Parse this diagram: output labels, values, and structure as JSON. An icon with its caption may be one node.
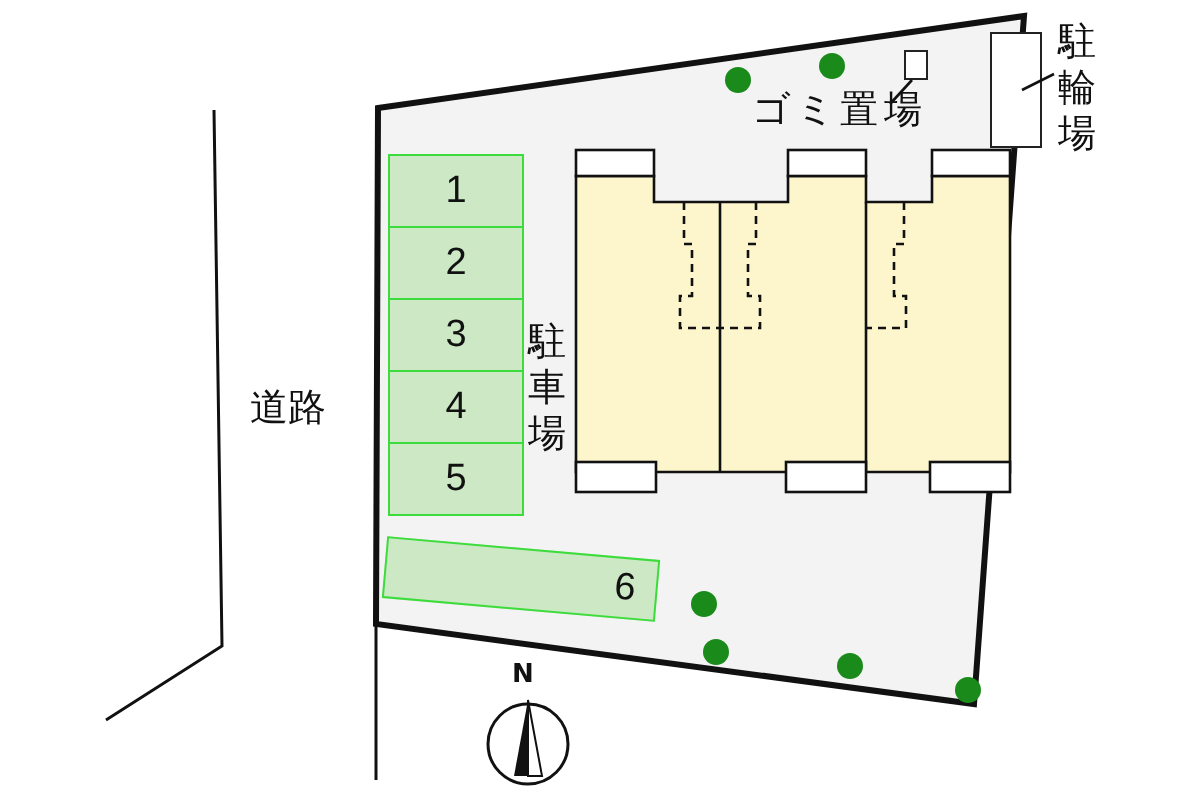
{
  "diagram": {
    "nodes": [
      {
        "text": [
          "1"
        ]
      },
      {
        "text": [
          "2"
        ]
      },
      {
        "text": [
          "3"
        ]
      },
      {
        "text": [
          "4"
        ]
      },
      {
        "text": [
          "5"
        ]
      },
      {
        "text": [
          "6"
        ]
      },
      {
        "text": [
          "ゴミ置場"
        ]
      },
      {
        "text": [],
        "shape": "box"
      },
      {
        "text": [
          "駐輪場"
        ]
      },
      {
        "text": [],
        "shape": "box"
      }
    ],
    "edges": [
      {
        "from": 6,
        "to": 7,
        "arrow": "none"
      },
      {
        "from": 8,
        "to": 9,
        "arrow": "none"
      }
    ],
    "labels": [
      "道路",
      "駐車場",
      "N"
    ]
  }
}
